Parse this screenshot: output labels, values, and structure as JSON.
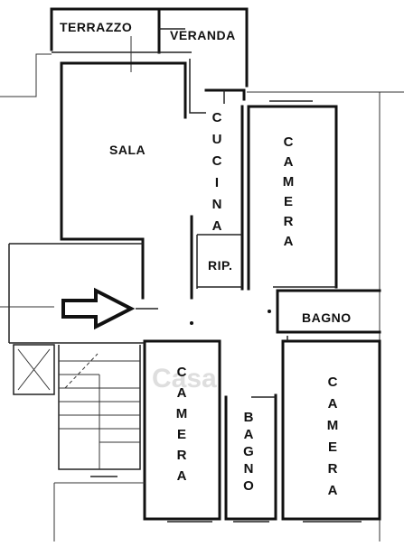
{
  "rooms": {
    "terrazzo": "TERRAZZO",
    "veranda": "VERANDA",
    "sala": "SALA",
    "cucina": "CUCINA",
    "camera_top_right": "CAMERA",
    "rip": "RIP.",
    "bagno_right": "BAGNO",
    "camera_bottom_left": "CAMERA",
    "bagno_center": "BAGNO",
    "camera_bottom_right": "CAMERA"
  },
  "watermark": "Casa",
  "colors": {
    "walls": "#111111",
    "background": "#ffffff"
  },
  "icons": {
    "entrance": "arrow-right-icon",
    "elevator": "elevator-icon"
  }
}
